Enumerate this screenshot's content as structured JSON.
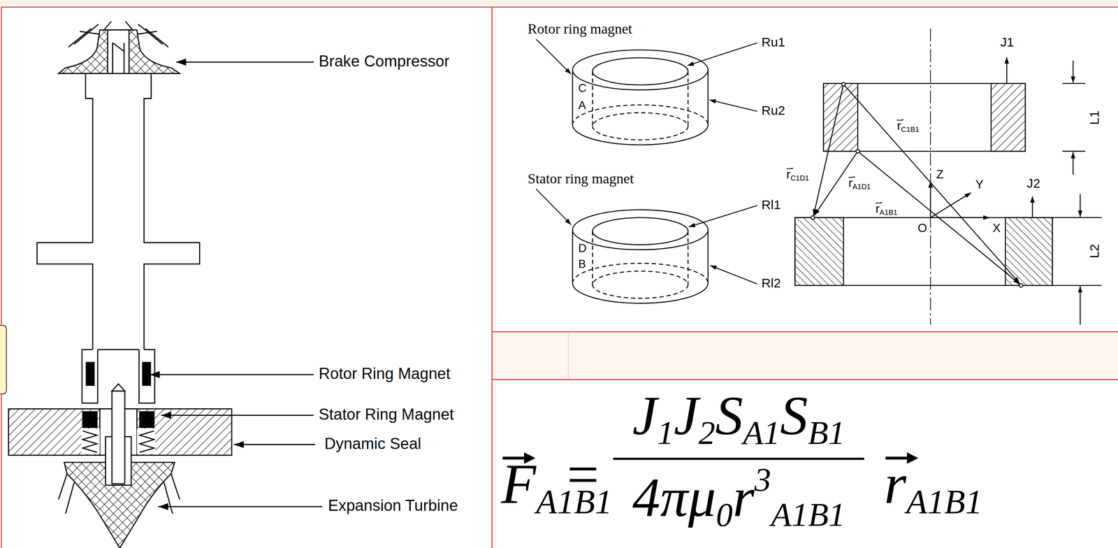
{
  "diagram": {
    "labels": [
      "Brake Compressor",
      "Rotor Ring Magnet",
      "Stator Ring Magnet",
      "Dynamic Seal",
      "Expansion Turbine",
      "Rotor ring magnet",
      "C",
      "A",
      "Ru1",
      "Ru2",
      "Stator ring magnet",
      "D",
      "B",
      "Rl1",
      "Rl2",
      "J1",
      "L1",
      "rC1B1",
      "rC1D1",
      "rA1D1",
      "Z",
      "Y",
      "J2",
      "rA1B1",
      "O",
      "X",
      "L2",
      "FA1B1",
      "=",
      "J1J2SA1SB1",
      "4πμ0r3A1B1",
      "rA1B1"
    ]
  }
}
